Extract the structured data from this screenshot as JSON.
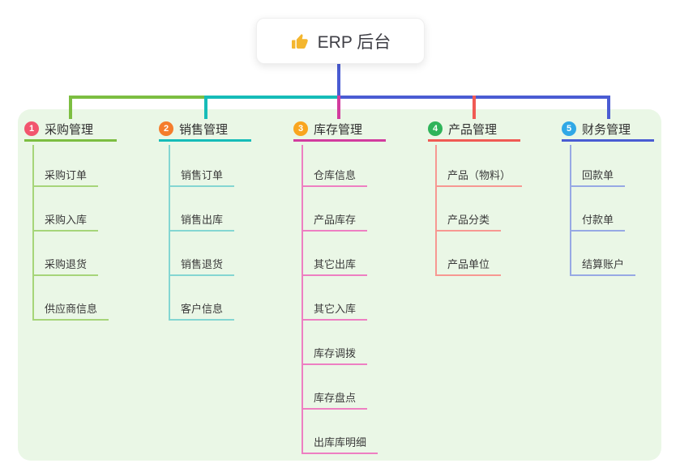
{
  "root": {
    "title": "ERP 后台",
    "icon": "thumbs-up-icon",
    "icon_color": "#F4B62E",
    "connector_color": "#4A5CD3"
  },
  "colors": {
    "page_bg": "#ffffff",
    "panel_bg": "#EAF7E6",
    "node_text": "#3f3f46",
    "child_text": "#3a3a3a"
  },
  "branches": [
    {
      "index": "1",
      "title": "采购管理",
      "badge_color": "#F2556E",
      "line_color": "#7CBE41",
      "child_line_color": "#A6D579",
      "children": [
        "采购订单",
        "采购入库",
        "采购退货",
        "供应商信息"
      ]
    },
    {
      "index": "2",
      "title": "销售管理",
      "badge_color": "#F57D2C",
      "line_color": "#16BCB8",
      "child_line_color": "#84D6D2",
      "children": [
        "销售订单",
        "销售出库",
        "销售退货",
        "客户信息"
      ]
    },
    {
      "index": "3",
      "title": "库存管理",
      "badge_color": "#F9A51F",
      "line_color": "#D23C9E",
      "child_line_color": "#EE7FC2",
      "children": [
        "仓库信息",
        "产品库存",
        "其它出库",
        "其它入库",
        "库存调拨",
        "库存盘点",
        "出库库明细"
      ]
    },
    {
      "index": "4",
      "title": "产品管理",
      "badge_color": "#2FB45A",
      "line_color": "#F05A54",
      "child_line_color": "#F79892",
      "children": [
        "产品（物料）",
        "产品分类",
        "产品单位"
      ]
    },
    {
      "index": "5",
      "title": "财务管理",
      "badge_color": "#30A8E6",
      "line_color": "#4A5CD3",
      "child_line_color": "#97A9E4",
      "children": [
        "回款单",
        "付款单",
        "结算账户"
      ]
    }
  ]
}
